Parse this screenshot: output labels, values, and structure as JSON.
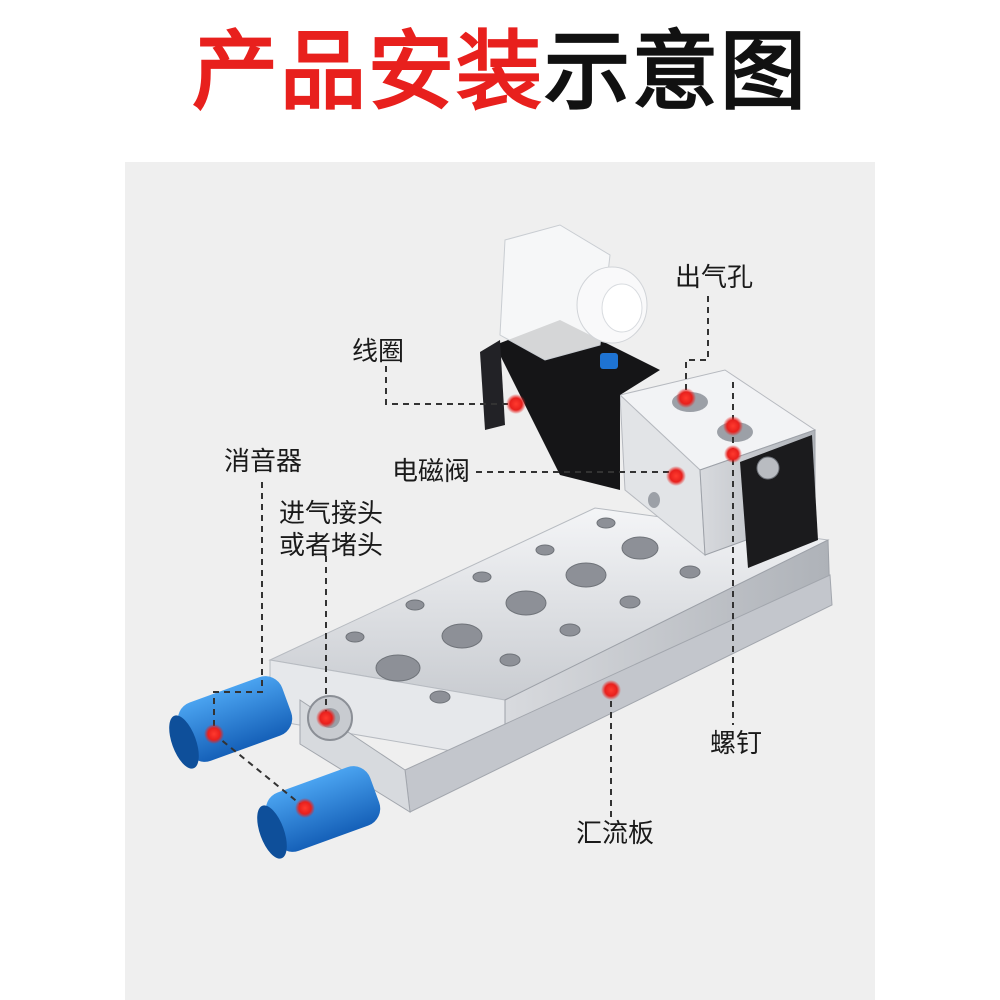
{
  "title": {
    "red": "产品安装",
    "black": "示意图"
  },
  "labels": {
    "outlet": "出气孔",
    "coil": "线圈",
    "solenoid_valve": "电磁阀",
    "muffler": "消音器",
    "inlet_line1": "进气接头",
    "inlet_line2": "或者堵头",
    "screw": "螺钉",
    "manifold": "汇流板"
  },
  "colors": {
    "title_red": "#e8201d",
    "marker_red": "#e8201d",
    "muffler_blue": "#1e73d2"
  }
}
